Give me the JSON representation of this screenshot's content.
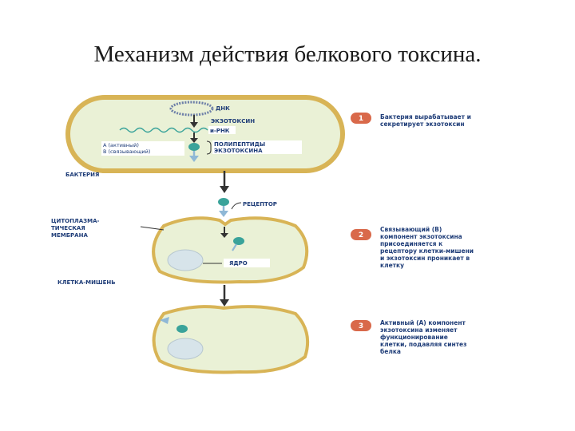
{
  "title": "Механизм действия белкового токсина.",
  "labels": {
    "dna": "ДНК",
    "exotoxin": "ЭКЗОТОКСИН",
    "mrna": "и-РНК",
    "polypeptides_1": "ПОЛИПЕПТИДЫ",
    "polypeptides_2": "ЭКЗОТОКСИНА",
    "component_a": "А (активный)",
    "component_b": "В (связывающий)",
    "bacteria": "БАКТЕРИЯ",
    "receptor": "РЕЦЕПТОР",
    "membrane_1": "ЦИТОПЛАЗМА-",
    "membrane_2": "ТИЧЕСКАЯ",
    "membrane_3": "МЕМБРАНА",
    "nucleus": "ЯДРО",
    "target_cell": "КЛЕТКА-МИШЕНЬ"
  },
  "steps": [
    {
      "number": "1",
      "lines": [
        "Бактерия вырабатывает и",
        "секретирует экзотоксин"
      ]
    },
    {
      "number": "2",
      "lines": [
        "Связывающий (В)",
        "компонент экзотоксина",
        "присоединяется к",
        "рецептору клетки-мишени",
        "и экзотоксин проникает в",
        "клетку"
      ]
    },
    {
      "number": "3",
      "lines": [
        "Активный (А) компонент",
        "экзотоксина изменяет",
        "функционирование",
        "клетки, подавляя синтез",
        "белка"
      ]
    }
  ],
  "colors": {
    "cell_fill": "#eaf1d6",
    "cell_border": "#d8b456",
    "accent": "#3aa39a",
    "step_badge": "#d9694a",
    "label_text": "#1f3d78"
  }
}
